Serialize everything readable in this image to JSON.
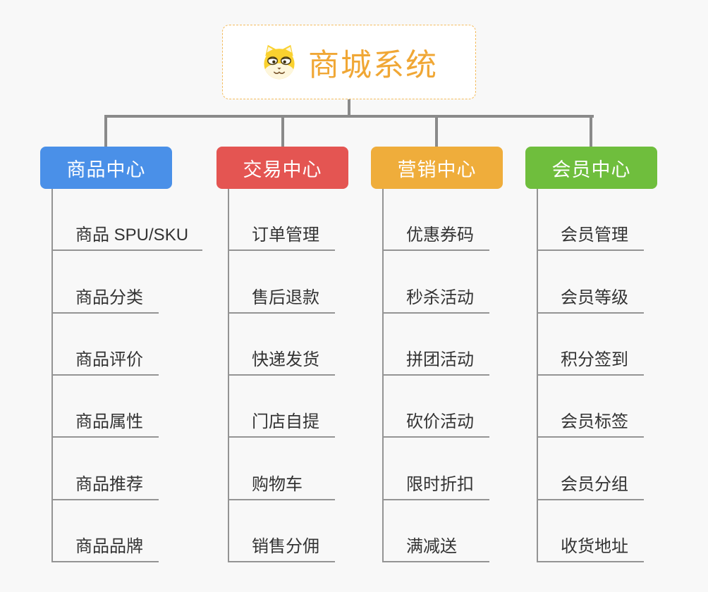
{
  "root": {
    "title": "商城系统",
    "icon": "dog-face-icon"
  },
  "branches": [
    {
      "label": "商品中心",
      "color": "#4a90e8",
      "children": [
        "商品 SPU/SKU",
        "商品分类",
        "商品评价",
        "商品属性",
        "商品推荐",
        "商品品牌"
      ]
    },
    {
      "label": "交易中心",
      "color": "#e45552",
      "children": [
        "订单管理",
        "售后退款",
        "快递发货",
        "门店自提",
        "购物车",
        "销售分佣"
      ]
    },
    {
      "label": "营销中心",
      "color": "#efad3b",
      "children": [
        "优惠券码",
        "秒杀活动",
        "拼团活动",
        "砍价活动",
        "限时折扣",
        "满减送"
      ]
    },
    {
      "label": "会员中心",
      "color": "#6fbe3d",
      "children": [
        "会员管理",
        "会员等级",
        "积分签到",
        "会员标签",
        "会员分组",
        "收货地址"
      ]
    }
  ],
  "colors": {
    "root_text": "#f0a735",
    "root_border": "#f4bc5d",
    "connector": "#8a8a8a",
    "child_text": "#333333",
    "background": "#f8f8f8"
  }
}
